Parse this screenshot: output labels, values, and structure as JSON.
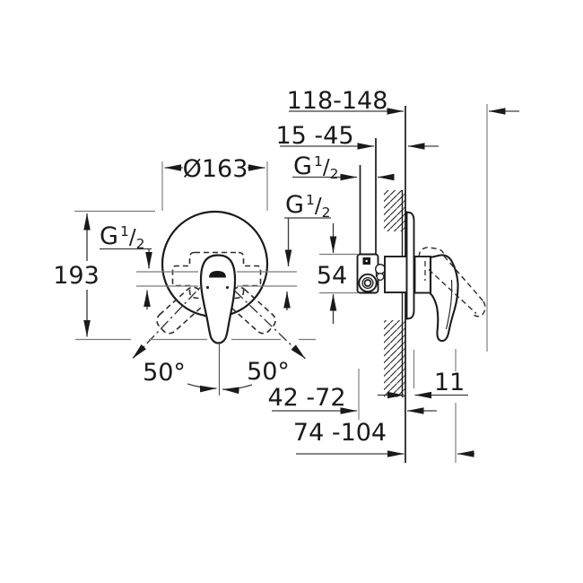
{
  "page": {
    "background": "#ffffff",
    "ink": "#1a1a1a",
    "dimension_line_color": "#3d3d3d",
    "reference_line_color": "#7b7b7b"
  },
  "drawing": {
    "type": "installation-dimension-drawing",
    "dimensions": {
      "total_depth": "118-148",
      "supply_depth": "15 -45",
      "plate_diameter": "Ø163",
      "overall_height": "193",
      "body_height": "54",
      "angle_left": "50°",
      "angle_right": "50°",
      "rough_in_depth": "42 -72",
      "handle_projection": "74 -104",
      "plate_offset": "11"
    },
    "thread_label": {
      "prefix": "G",
      "numerator": "1",
      "slash": "/",
      "denominator": "2"
    }
  }
}
